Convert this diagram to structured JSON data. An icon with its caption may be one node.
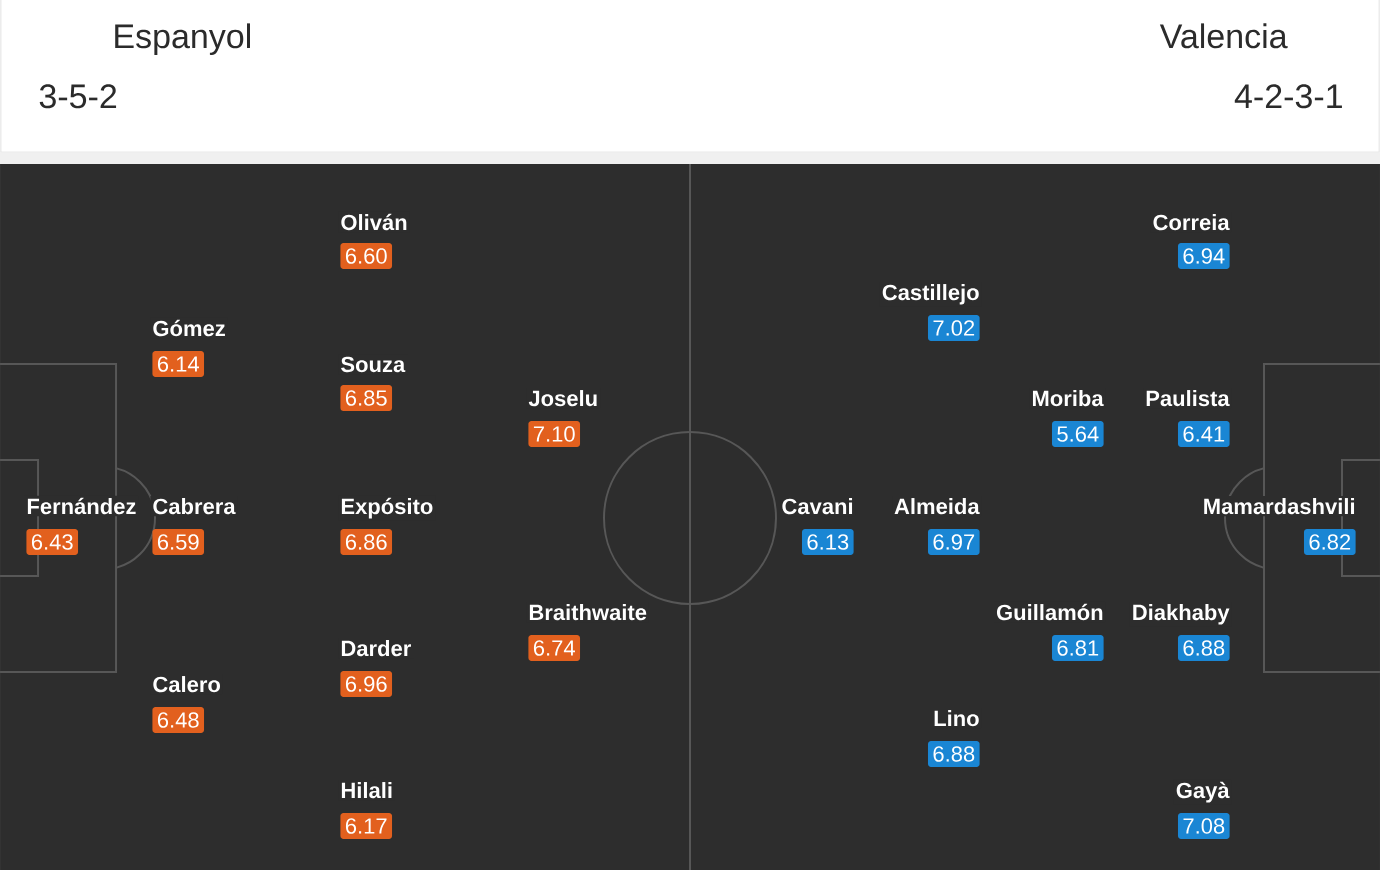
{
  "diagram": {
    "nodes": [
      {
        "text": [
          "Fernández",
          "6.43"
        ]
      },
      {
        "text": [
          "Gómez",
          "6.14"
        ]
      },
      {
        "text": [
          "Cabrera",
          "6.59"
        ]
      },
      {
        "text": [
          "Calero",
          "6.48"
        ]
      },
      {
        "text": [
          "Oliván",
          "6.60"
        ]
      },
      {
        "text": [
          "Souza",
          "6.85"
        ]
      },
      {
        "text": [
          "Expósito",
          "6.86"
        ]
      },
      {
        "text": [
          "Darder",
          "6.96"
        ]
      },
      {
        "text": [
          "Hilali",
          "6.17"
        ]
      },
      {
        "text": [
          "Joselu",
          "7.10"
        ]
      },
      {
        "text": [
          "Braithwaite",
          "6.74"
        ]
      },
      {
        "text": [
          "Castillejo",
          "7.02"
        ]
      },
      {
        "text": [
          "Cavani",
          "6.13"
        ]
      },
      {
        "text": [
          "Almeida",
          "6.97"
        ]
      },
      {
        "text": [
          "Lino",
          "6.88"
        ]
      },
      {
        "text": [
          "Moriba",
          "5.64"
        ]
      },
      {
        "text": [
          "Guillamón",
          "6.81"
        ]
      },
      {
        "text": [
          "Correia",
          "6.94"
        ]
      },
      {
        "text": [
          "Paulista",
          "6.41"
        ]
      },
      {
        "text": [
          "Diakhaby",
          "6.88"
        ]
      },
      {
        "text": [
          "Gayà",
          "7.08"
        ]
      },
      {
        "text": [
          "Mamardashvili",
          "6.82"
        ]
      }
    ],
    "labels": [
      "Espanyol",
      "Valencia",
      "3-5-2",
      "4-2-3-1"
    ]
  }
}
